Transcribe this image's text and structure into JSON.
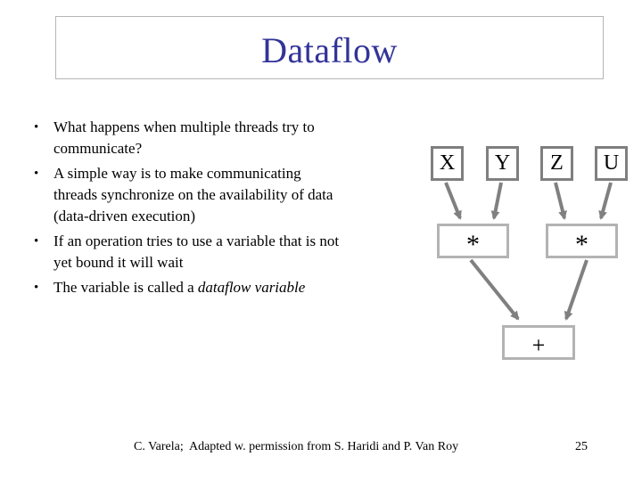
{
  "slide": {
    "title": "Dataflow",
    "bullet_glyph": "•",
    "bullets": [
      {
        "lines": [
          "What happens when multiple threads try to",
          "communicate?"
        ]
      },
      {
        "lines": [
          "A simple way is to make communicating",
          "threads synchronize on the availability of data",
          "(data-driven execution)"
        ]
      },
      {
        "lines": [
          "If an operation tries to use a variable that is not",
          "yet bound it will wait"
        ]
      },
      {
        "text": "The variable is called a ",
        "italic": "dataflow variable"
      }
    ],
    "diagram": {
      "variable_nodes": [
        {
          "label": "X"
        },
        {
          "label": "Y"
        },
        {
          "label": "Z"
        },
        {
          "label": "U"
        }
      ],
      "operator_nodes": [
        {
          "label": "*"
        },
        {
          "label": "*"
        },
        {
          "label": "+"
        }
      ]
    },
    "footer": {
      "credit": "C. Varela;  Adapted w. permission from S. Haridi and P. Van Roy",
      "page_number": "25"
    },
    "colors": {
      "title_text": "#333399",
      "title_box_border": "#b5b5b5",
      "variable_box_border": "#7f7f7f",
      "operator_box_border": "#b3b3b3",
      "arrow": "#808080",
      "body_text": "#000000",
      "background": "#ffffff"
    }
  }
}
